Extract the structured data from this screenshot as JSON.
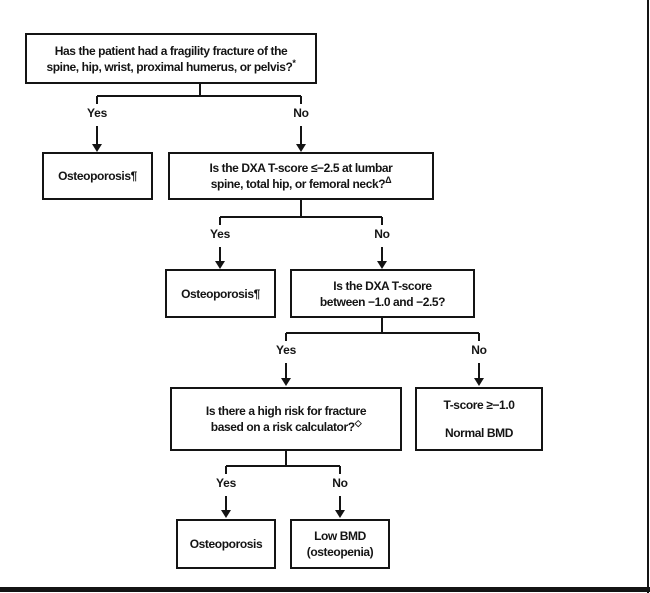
{
  "flowchart": {
    "labels": {
      "yes": "Yes",
      "no": "No"
    },
    "nodes": {
      "q_fragility_fracture": {
        "line1": "Has the patient had a fragility fracture of the",
        "line2": "spine, hip, wrist, proximal humerus, or pelvis?",
        "sup": "*"
      },
      "osteoporosis_1": {
        "line1": "Osteoporosis¶"
      },
      "q_dxa_low": {
        "line1": "Is the DXA T-score ≤−2.5 at lumbar",
        "line2": "spine, total hip, or femoral neck?",
        "sup": "Δ"
      },
      "osteoporosis_2": {
        "line1": "Osteoporosis¶"
      },
      "q_dxa_between": {
        "line1": "Is the DXA T-score",
        "line2": "between −1.0 and −2.5?"
      },
      "q_high_risk": {
        "line1": "Is there a high risk for fracture",
        "line2": "based on a risk calculator?",
        "sup": "◇"
      },
      "normal_bmd": {
        "line1": "T-score ≥−1.0",
        "line2": "Normal BMD"
      },
      "osteoporosis_3": {
        "line1": "Osteoporosis"
      },
      "low_bmd": {
        "line1": "Low BMD",
        "line2": "(osteopenia)"
      }
    },
    "colors": {
      "line": "#141414",
      "background": "#ffffff"
    }
  }
}
